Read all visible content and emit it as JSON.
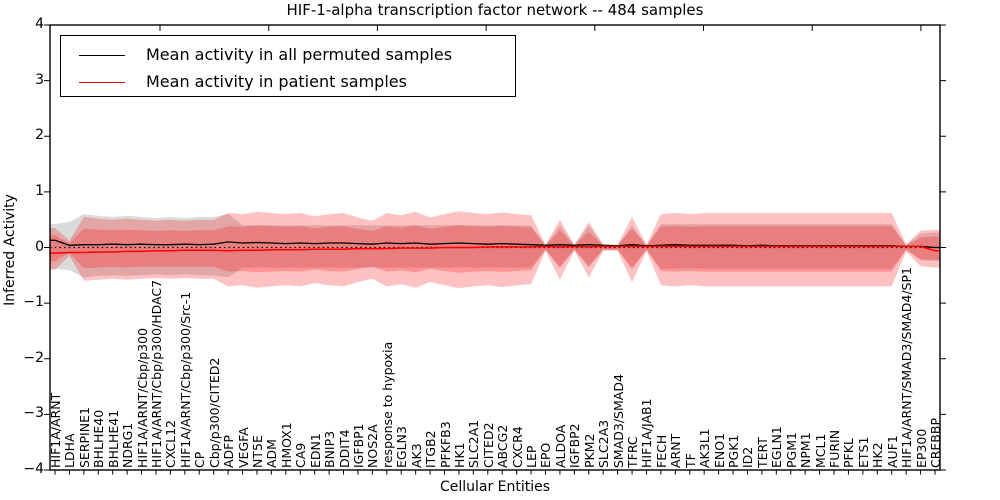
{
  "figure": {
    "title": "HIF-1-alpha transcription factor network -- 484 samples",
    "xlabel": "Cellular Entities",
    "ylabel": "Inferred Activity"
  },
  "legend": {
    "items": [
      {
        "label": "Mean activity in all permuted samples",
        "color": "#000000"
      },
      {
        "label": "Mean activity in patient samples",
        "color": "#ff0000"
      }
    ]
  },
  "chart_data": {
    "type": "line",
    "title": "HIF-1-alpha transcription factor network -- 484 samples",
    "xlabel": "Cellular Entities",
    "ylabel": "Inferred Activity",
    "ylim": [
      -4,
      4
    ],
    "grid": false,
    "legend_position": "upper left",
    "ytick_labels": [
      "4",
      "3",
      "2",
      "1",
      "0",
      "−1",
      "−2",
      "−3",
      "−4"
    ],
    "ytick_values": [
      4,
      3,
      2,
      1,
      0,
      -1,
      -2,
      -3,
      -4
    ],
    "x_categories": [
      "HIF1A/ARNT",
      "LDHA",
      "SERPINE1",
      "BHLHE40",
      "BHLHE41",
      "NDRG1",
      "HIF1A/ARNT/Cbp/p300",
      "HIF1A/ARNT/Cbp/p300/HDAC7",
      "CXCL12",
      "HIF1A/ARNT/Cbp/p300/Src-1",
      "CP",
      "Cbp/p300/CITED2",
      "ADFP",
      "VEGFA",
      "NT5E",
      "ADM",
      "HMOX1",
      "CA9",
      "EDN1",
      "BNIP3",
      "DDIT4",
      "IGFBP1",
      "NOS2A",
      "response to hypoxia",
      "EGLN3",
      "AK3",
      "ITGB2",
      "PFKFB3",
      "HK1",
      "SLC2A1",
      "CITED2",
      "ABCG2",
      "CXCR4",
      "LEP",
      "EPO",
      "ALDOA",
      "IGFBP2",
      "PKM2",
      "SLC2A3",
      "SMAD3/SMAD4",
      "TFRC",
      "HIF1A/JAB1",
      "FECH",
      "ARNT",
      "TF",
      "AK3L1",
      "ENO1",
      "PGK1",
      "ID2",
      "TERT",
      "EGLN1",
      "PGM1",
      "NPM1",
      "MCL1",
      "FURIN",
      "PFKL",
      "ETS1",
      "HK2",
      "AUF1",
      "HIF1A/ARNT/SMAD3/SMAD4/SP1",
      "EP300",
      "CREBBP"
    ],
    "series": [
      {
        "name": "Mean activity in all permuted samples",
        "color": "#000000",
        "values": [
          0.13,
          0.04,
          0.05,
          0.05,
          0.06,
          0.05,
          0.06,
          0.05,
          0.05,
          0.06,
          0.05,
          0.06,
          0.1,
          0.08,
          0.09,
          0.08,
          0.07,
          0.08,
          0.07,
          0.08,
          0.08,
          0.07,
          0.06,
          0.08,
          0.07,
          0.08,
          0.06,
          0.07,
          0.08,
          0.07,
          0.06,
          0.07,
          0.06,
          0.05,
          0.04,
          0.05,
          0.04,
          0.05,
          0.04,
          0.03,
          0.05,
          0.03,
          0.04,
          0.05,
          0.04,
          0.04,
          0.04,
          0.04,
          0.03,
          0.04,
          0.03,
          0.03,
          0.03,
          0.03,
          0.03,
          0.03,
          0.03,
          0.03,
          0.03,
          0.02,
          0.02,
          0.0
        ]
      },
      {
        "name": "Mean activity in patient samples",
        "color": "#ff0000",
        "values": [
          -0.1,
          -0.09,
          -0.09,
          -0.08,
          -0.08,
          -0.07,
          -0.07,
          -0.06,
          -0.06,
          -0.05,
          -0.05,
          -0.05,
          -0.06,
          -0.05,
          -0.05,
          -0.04,
          -0.04,
          -0.04,
          -0.03,
          -0.03,
          -0.03,
          -0.02,
          -0.02,
          -0.02,
          -0.01,
          -0.01,
          -0.01,
          0.0,
          0.0,
          0.0,
          0.01,
          0.01,
          0.01,
          0.01,
          0.02,
          0.01,
          0.02,
          0.01,
          0.02,
          0.02,
          0.02,
          0.02,
          0.02,
          0.02,
          0.02,
          0.02,
          0.02,
          0.02,
          0.02,
          0.02,
          0.02,
          0.02,
          0.02,
          0.02,
          0.02,
          0.02,
          0.02,
          0.02,
          0.02,
          0.02,
          0.02,
          -0.06
        ]
      }
    ],
    "bands": {
      "patient_outer": {
        "color": "#ff0000",
        "opacity": 0.24,
        "upper": [
          0.35,
          0.12,
          0.55,
          0.52,
          0.5,
          0.52,
          0.5,
          0.48,
          0.5,
          0.48,
          0.5,
          0.5,
          0.62,
          0.6,
          0.64,
          0.62,
          0.6,
          0.62,
          0.56,
          0.6,
          0.62,
          0.54,
          0.48,
          0.62,
          0.58,
          0.64,
          0.54,
          0.6,
          0.65,
          0.62,
          0.6,
          0.63,
          0.6,
          0.58,
          0.05,
          0.5,
          0.05,
          0.46,
          0.05,
          0.05,
          0.55,
          0.05,
          0.6,
          0.62,
          0.6,
          0.62,
          0.62,
          0.62,
          0.62,
          0.62,
          0.62,
          0.62,
          0.62,
          0.62,
          0.62,
          0.62,
          0.62,
          0.62,
          0.62,
          0.06,
          0.3,
          0.32
        ],
        "lower": [
          -0.4,
          -0.15,
          -0.6,
          -0.58,
          -0.56,
          -0.58,
          -0.56,
          -0.55,
          -0.56,
          -0.55,
          -0.56,
          -0.56,
          -0.7,
          -0.68,
          -0.72,
          -0.7,
          -0.68,
          -0.7,
          -0.64,
          -0.68,
          -0.7,
          -0.62,
          -0.56,
          -0.7,
          -0.66,
          -0.72,
          -0.62,
          -0.68,
          -0.73,
          -0.7,
          -0.68,
          -0.71,
          -0.68,
          -0.66,
          -0.06,
          -0.58,
          -0.06,
          -0.54,
          -0.06,
          -0.06,
          -0.63,
          -0.06,
          -0.68,
          -0.7,
          -0.68,
          -0.7,
          -0.7,
          -0.7,
          -0.7,
          -0.7,
          -0.7,
          -0.7,
          -0.7,
          -0.7,
          -0.7,
          -0.7,
          -0.7,
          -0.7,
          -0.7,
          -0.07,
          -0.34,
          -0.36
        ]
      },
      "patient_inner_scale": 0.62,
      "permuted": {
        "color": "#999999",
        "opacity": 0.35,
        "upper": [
          0.42,
          0.46,
          0.6,
          0.57,
          0.55,
          0.57,
          0.55,
          0.53,
          0.55,
          0.53,
          0.55,
          0.55,
          0.6,
          0.4,
          0.4,
          0.4,
          0.4,
          0.4,
          0.4,
          0.4,
          0.4,
          0.4,
          0.4,
          0.4,
          0.4,
          0.4,
          0.4,
          0.4,
          0.4,
          0.4,
          0.4,
          0.4,
          0.4,
          0.4,
          0.04,
          0.4,
          0.04,
          0.4,
          0.04,
          0.04,
          0.4,
          0.04,
          0.42,
          0.42,
          0.42,
          0.42,
          0.42,
          0.42,
          0.42,
          0.42,
          0.42,
          0.42,
          0.42,
          0.42,
          0.42,
          0.42,
          0.42,
          0.42,
          0.42,
          0.04,
          0.25,
          0.27
        ],
        "lower": [
          -0.38,
          -0.41,
          -0.54,
          -0.51,
          -0.5,
          -0.51,
          -0.5,
          -0.48,
          -0.5,
          -0.48,
          -0.5,
          -0.5,
          -0.54,
          -0.36,
          -0.36,
          -0.36,
          -0.36,
          -0.36,
          -0.36,
          -0.36,
          -0.36,
          -0.36,
          -0.36,
          -0.36,
          -0.36,
          -0.36,
          -0.36,
          -0.36,
          -0.36,
          -0.36,
          -0.36,
          -0.36,
          -0.36,
          -0.36,
          -0.04,
          -0.36,
          -0.04,
          -0.36,
          -0.04,
          -0.04,
          -0.36,
          -0.04,
          -0.38,
          -0.38,
          -0.38,
          -0.38,
          -0.38,
          -0.38,
          -0.38,
          -0.38,
          -0.38,
          -0.38,
          -0.38,
          -0.38,
          -0.38,
          -0.38,
          -0.38,
          -0.38,
          -0.38,
          -0.04,
          -0.23,
          -0.24
        ]
      }
    },
    "zero_line": {
      "y": 0,
      "style": "dotted",
      "color": "#000000"
    },
    "layout": {
      "plot_left": 50,
      "plot_right": 940,
      "plot_top": 25,
      "plot_bottom": 470,
      "x_first_tick": 55,
      "x_last_tick": 935,
      "top_ticks": {
        "start": 160,
        "step": 108.7,
        "count": 8
      }
    }
  }
}
